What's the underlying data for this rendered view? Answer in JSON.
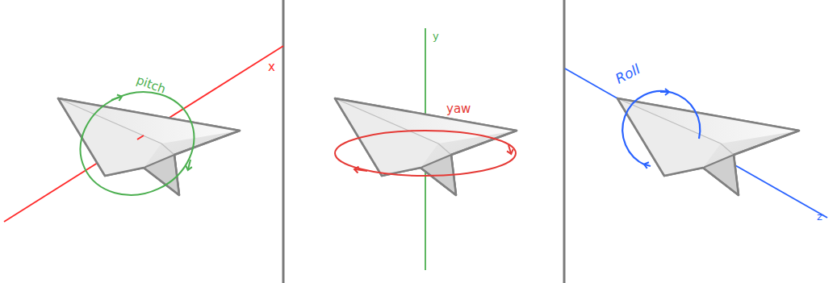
{
  "diagram": {
    "labels": [
      "x",
      "pitch",
      "y",
      "yaw",
      "Roll",
      "z"
    ]
  }
}
